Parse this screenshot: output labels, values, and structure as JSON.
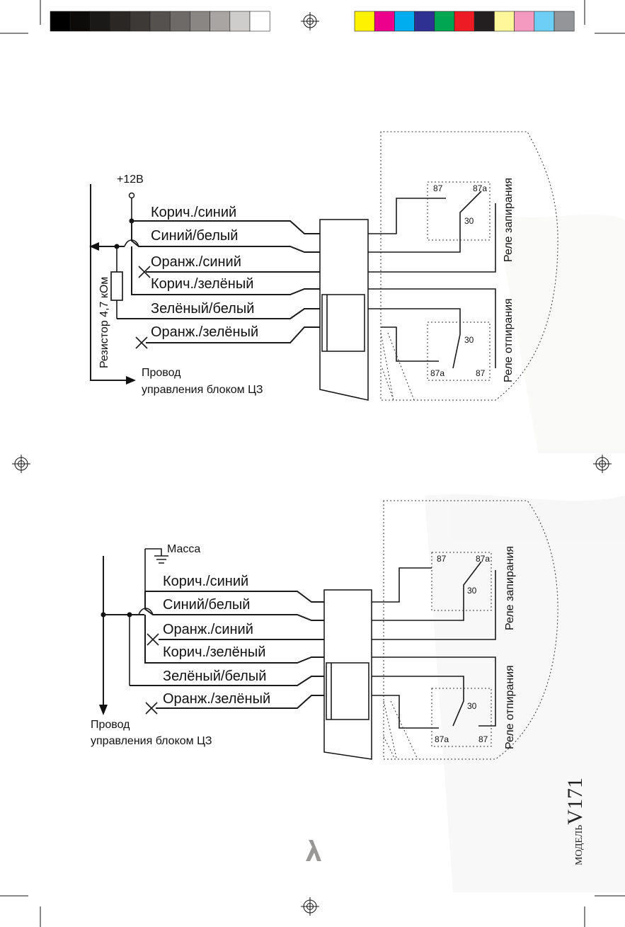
{
  "colors": {
    "grayscale": [
      "#000000",
      "#0d0b0a",
      "#1b1918",
      "#2a2725",
      "#3c3937",
      "#55514f",
      "#6e6a68",
      "#8a8684",
      "#a8a5a3",
      "#cfcdcb",
      "#ffffff"
    ],
    "process": [
      "#fff200",
      "#ec008c",
      "#00aeef",
      "#2e3192",
      "#00a651",
      "#ed1c24",
      "#231f20",
      "#fff799",
      "#f49ac1",
      "#6dcff6",
      "#939598"
    ]
  },
  "diagram1": {
    "supply_label": "+12В",
    "wires": [
      "Корич./синий",
      "Синий/белый",
      "Оранж./синий",
      "Корич./зелёный",
      "Зелёный/белый",
      "Оранж./зелёный"
    ],
    "resistor_label": "Резистор 4,7 кОм",
    "control_wire_line1": "Провод",
    "control_wire_line2": "управления блоком ЦЗ",
    "lock_relay": {
      "label": "Реле запирания",
      "pin_87": "87",
      "pin_87a": "87a",
      "pin_30": "30"
    },
    "unlock_relay": {
      "label": "Реле отпирания",
      "pin_87": "87",
      "pin_87a": "87a",
      "pin_30": "30"
    }
  },
  "diagram2": {
    "ground_label": "Масса",
    "wires": [
      "Корич./синий",
      "Синий/белый",
      "Оранж./синий",
      "Корич./зелёный",
      "Зелёный/белый",
      "Оранж./зелёный"
    ],
    "control_wire_line1": "Провод",
    "control_wire_line2": "управления блоком ЦЗ",
    "lock_relay": {
      "label": "Реле запирания",
      "pin_87": "87",
      "pin_87a": "87a",
      "pin_30": "30"
    },
    "unlock_relay": {
      "label": "Реле отпирания",
      "pin_87": "87",
      "pin_87a": "87a",
      "pin_30": "30"
    }
  },
  "footer": {
    "brand_prefix": "МОДЕЛЬ",
    "brand_model": "V171"
  }
}
